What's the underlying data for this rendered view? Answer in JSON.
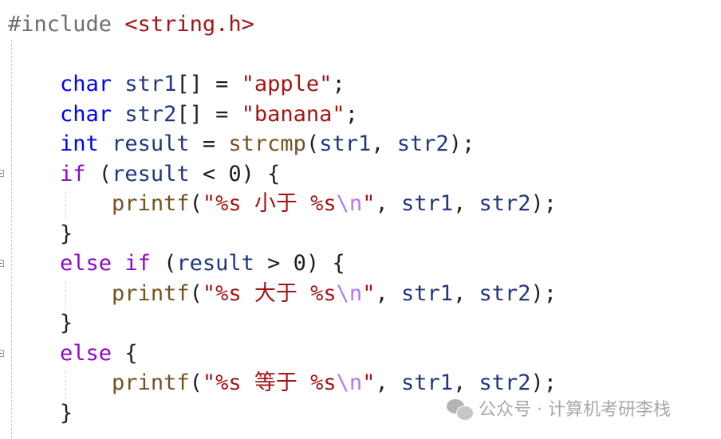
{
  "code_lines": [
    {
      "tokens": [
        {
          "t": "#include ",
          "c": "pre"
        },
        {
          "t": "<string.h>",
          "c": "inc"
        }
      ]
    },
    {
      "tokens": []
    },
    {
      "tokens": [
        {
          "t": "    ",
          "c": "plain"
        },
        {
          "t": "char",
          "c": "type"
        },
        {
          "t": " ",
          "c": "plain"
        },
        {
          "t": "str1",
          "c": "var"
        },
        {
          "t": "[] = ",
          "c": "plain"
        },
        {
          "t": "\"apple\"",
          "c": "str"
        },
        {
          "t": ";",
          "c": "plain"
        }
      ]
    },
    {
      "tokens": [
        {
          "t": "    ",
          "c": "plain"
        },
        {
          "t": "char",
          "c": "type"
        },
        {
          "t": " ",
          "c": "plain"
        },
        {
          "t": "str2",
          "c": "var"
        },
        {
          "t": "[] = ",
          "c": "plain"
        },
        {
          "t": "\"banana\"",
          "c": "str"
        },
        {
          "t": ";",
          "c": "plain"
        }
      ]
    },
    {
      "tokens": [
        {
          "t": "    ",
          "c": "plain"
        },
        {
          "t": "int",
          "c": "type"
        },
        {
          "t": " ",
          "c": "plain"
        },
        {
          "t": "result",
          "c": "var"
        },
        {
          "t": " = ",
          "c": "plain"
        },
        {
          "t": "strcmp",
          "c": "func"
        },
        {
          "t": "(",
          "c": "plain"
        },
        {
          "t": "str1",
          "c": "var"
        },
        {
          "t": ", ",
          "c": "plain"
        },
        {
          "t": "str2",
          "c": "var"
        },
        {
          "t": ");",
          "c": "plain"
        }
      ]
    },
    {
      "tokens": [
        {
          "t": "    ",
          "c": "plain"
        },
        {
          "t": "if",
          "c": "ctrl"
        },
        {
          "t": " (",
          "c": "plain"
        },
        {
          "t": "result",
          "c": "var"
        },
        {
          "t": " < 0) {",
          "c": "plain"
        }
      ]
    },
    {
      "tokens": [
        {
          "t": "        ",
          "c": "plain"
        },
        {
          "t": "printf",
          "c": "func"
        },
        {
          "t": "(",
          "c": "plain"
        },
        {
          "t": "\"%s ",
          "c": "str"
        },
        {
          "t": "小于",
          "c": "str cjk"
        },
        {
          "t": " %s",
          "c": "str"
        },
        {
          "t": "\\n",
          "c": "esc"
        },
        {
          "t": "\"",
          "c": "str"
        },
        {
          "t": ", ",
          "c": "plain"
        },
        {
          "t": "str1",
          "c": "var"
        },
        {
          "t": ", ",
          "c": "plain"
        },
        {
          "t": "str2",
          "c": "var"
        },
        {
          "t": ");",
          "c": "plain"
        }
      ]
    },
    {
      "tokens": [
        {
          "t": "    }",
          "c": "plain"
        }
      ]
    },
    {
      "tokens": [
        {
          "t": "    ",
          "c": "plain"
        },
        {
          "t": "else",
          "c": "ctrl"
        },
        {
          "t": " ",
          "c": "plain"
        },
        {
          "t": "if",
          "c": "ctrl"
        },
        {
          "t": " (",
          "c": "plain"
        },
        {
          "t": "result",
          "c": "var"
        },
        {
          "t": " > 0) {",
          "c": "plain"
        }
      ]
    },
    {
      "tokens": [
        {
          "t": "        ",
          "c": "plain"
        },
        {
          "t": "printf",
          "c": "func"
        },
        {
          "t": "(",
          "c": "plain"
        },
        {
          "t": "\"%s ",
          "c": "str"
        },
        {
          "t": "大于",
          "c": "str cjk"
        },
        {
          "t": " %s",
          "c": "str"
        },
        {
          "t": "\\n",
          "c": "esc"
        },
        {
          "t": "\"",
          "c": "str"
        },
        {
          "t": ", ",
          "c": "plain"
        },
        {
          "t": "str1",
          "c": "var"
        },
        {
          "t": ", ",
          "c": "plain"
        },
        {
          "t": "str2",
          "c": "var"
        },
        {
          "t": ");",
          "c": "plain"
        }
      ]
    },
    {
      "tokens": [
        {
          "t": "    }",
          "c": "plain"
        }
      ]
    },
    {
      "tokens": [
        {
          "t": "    ",
          "c": "plain"
        },
        {
          "t": "else",
          "c": "ctrl"
        },
        {
          "t": " {",
          "c": "plain"
        }
      ]
    },
    {
      "tokens": [
        {
          "t": "        ",
          "c": "plain"
        },
        {
          "t": "printf",
          "c": "func"
        },
        {
          "t": "(",
          "c": "plain"
        },
        {
          "t": "\"%s ",
          "c": "str"
        },
        {
          "t": "等于",
          "c": "str cjk"
        },
        {
          "t": " %s",
          "c": "str"
        },
        {
          "t": "\\n",
          "c": "esc"
        },
        {
          "t": "\"",
          "c": "str"
        },
        {
          "t": ", ",
          "c": "plain"
        },
        {
          "t": "str1",
          "c": "var"
        },
        {
          "t": ", ",
          "c": "plain"
        },
        {
          "t": "str2",
          "c": "var"
        },
        {
          "t": ");",
          "c": "plain"
        }
      ]
    },
    {
      "tokens": [
        {
          "t": "    }",
          "c": "plain"
        }
      ]
    }
  ],
  "watermark": {
    "icon": "wechat-icon",
    "text": "公众号 · 计算机考研李栈"
  },
  "colors": {
    "keyword_type": "#0000ff",
    "keyword_control": "#8f08c4",
    "string": "#a31515",
    "escape": "#b776fb",
    "function": "#74531f",
    "variable": "#1f377f",
    "preprocessor": "#6e6e6e"
  }
}
